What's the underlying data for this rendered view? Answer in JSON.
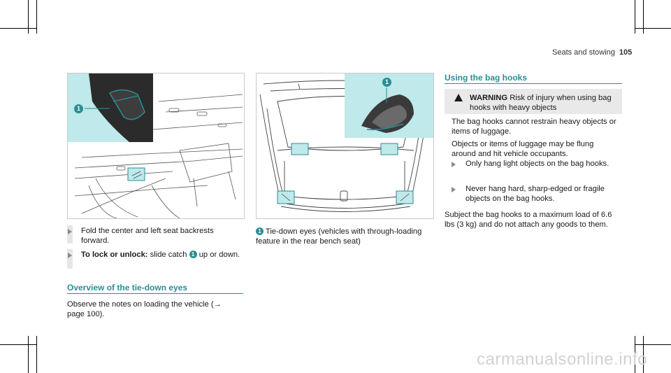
{
  "header": {
    "section": "Seats and stowing",
    "page": "105"
  },
  "left_column": {
    "figure_callout": "1",
    "step1": "Fold the center and left seat backrests forward.",
    "step2_bold": "To lock or unlock:",
    "step2_rest_a": " slide catch ",
    "step2_num": "1",
    "step2_rest_b": " up or down.",
    "section_title": "Overview of the tie-down eyes",
    "observe_text": "Observe the notes on loading the vehicle (→ page 100)."
  },
  "middle_column": {
    "figure_callout": "1",
    "caption_num": "1",
    "caption_text": "Tie-down eyes (vehicles with through-loading feature in the rear bench seat)"
  },
  "right_column": {
    "section_title": "Using the bag hooks",
    "warning_label": "WARNING",
    "warning_headline": "Risk of injury when using bag hooks with heavy objects",
    "warning_p1": "The bag hooks cannot restrain heavy objects or items of luggage.",
    "warning_p2": "Objects or items of luggage may be flung around and hit vehicle occupants.",
    "warning_b1": "Only hang light objects on the bag hooks.",
    "warning_b2": "Never hang hard, sharp-edged or fragile objects on the bag hooks.",
    "subject_text": "Subject the bag hooks to a maximum load of 6.6 lbs (3 kg) and do not attach any goods to them."
  },
  "watermark": "carmanualsonline.info",
  "colors": {
    "accent": "#2a8d94",
    "highlight": "#bfe9ea",
    "warning_bg": "#e9e9e9"
  }
}
